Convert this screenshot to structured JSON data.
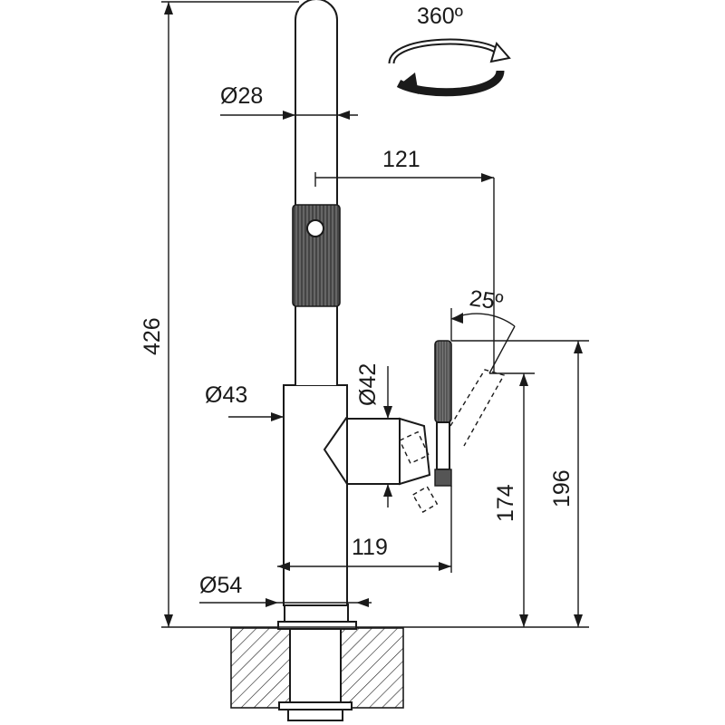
{
  "labels": {
    "rotation": "360º",
    "spout_diameter": "Ø28",
    "reach": "121",
    "total_height": "426",
    "handle_angle": "25º",
    "body_diameter": "Ø43",
    "lever_diameter": "Ø42",
    "height_to_lever": "174",
    "height_to_handle": "196",
    "lever_reach": "119",
    "base_diameter": "Ø54"
  },
  "colors": {
    "ink": "#1a1a1a",
    "background": "#ffffff"
  }
}
